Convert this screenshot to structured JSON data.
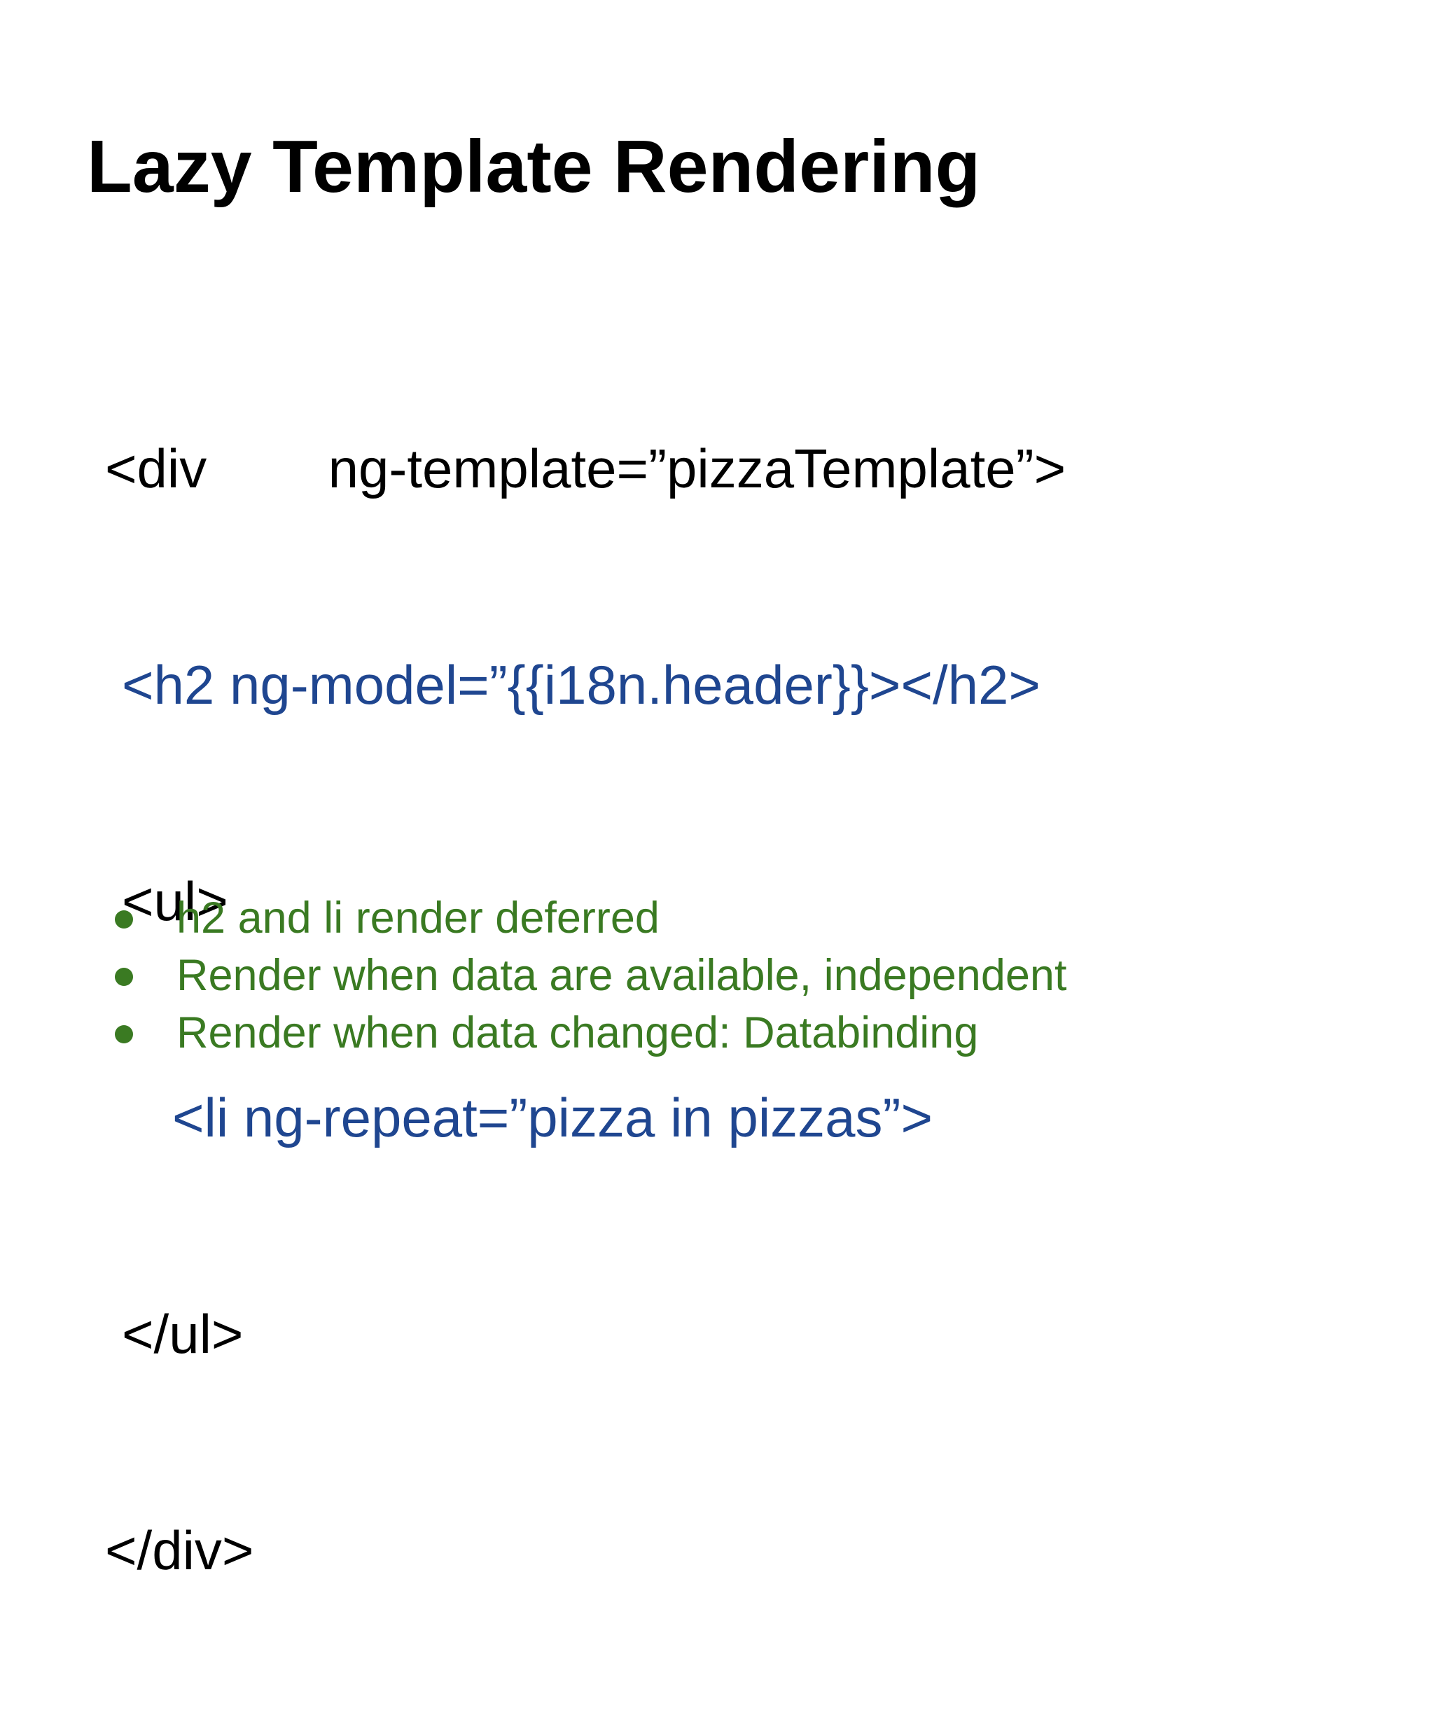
{
  "slide": {
    "title": "Lazy Template Rendering",
    "code_lines": [
      {
        "text": "<div        ng-template=”pizzaTemplate”>",
        "color": "#000000"
      },
      {
        "text": "<h2 ng-model=”{{i18n.header}}></h2>",
        "color": "#1f4690"
      },
      {
        "text": "<ul>",
        "color": "#000000"
      },
      {
        "text": "<li ng-repeat=”pizza in pizzas”>",
        "color": "#1f4690"
      },
      {
        "text": "</ul>",
        "color": "#000000"
      },
      {
        "text": "</div>",
        "color": "#000000"
      }
    ],
    "bullets": [
      "h2 and li render deferred",
      "Render when data are available, independent",
      "Render when data changed: Databinding"
    ],
    "colors": {
      "title": "#000000",
      "code_black": "#000000",
      "code_blue": "#1f4690",
      "bullets": "#3a7a22"
    }
  }
}
